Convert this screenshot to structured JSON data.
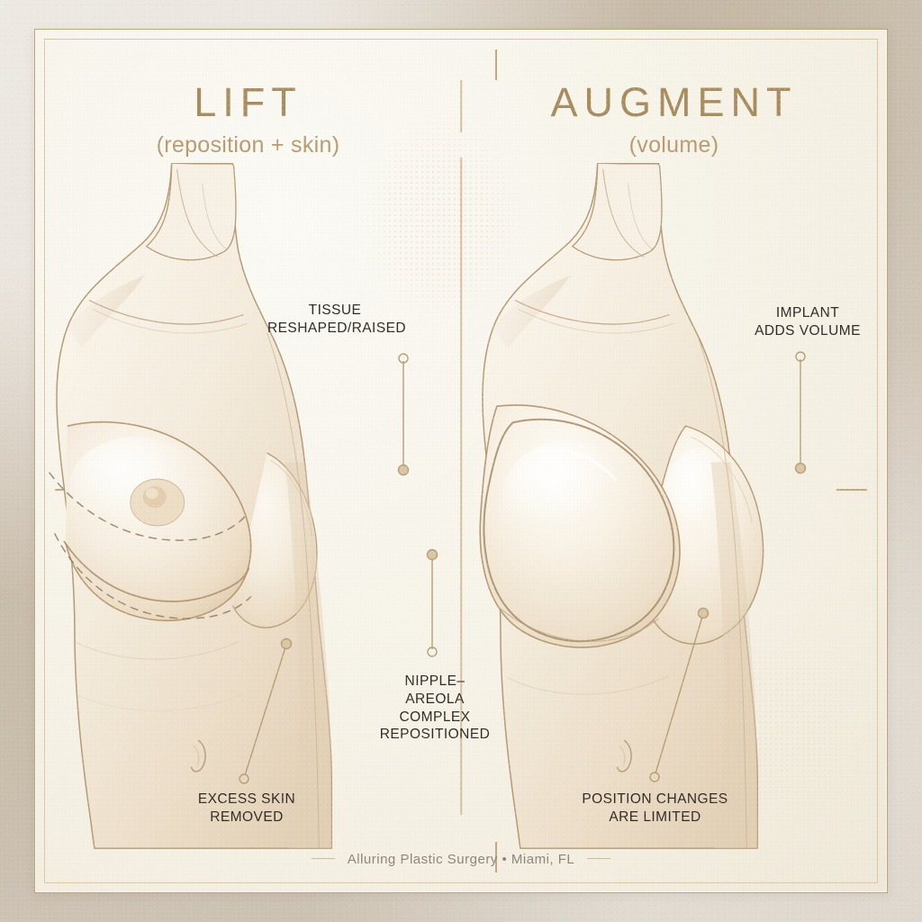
{
  "theme": {
    "mat_color": "#d2c7b7",
    "card_bg": "#f7f4ea",
    "border_gold": "#bfa476",
    "inner_rule": "#d9c7a4",
    "title_color": "#a78c5e",
    "subtitle_color": "#b79b71",
    "label_color": "#2e2a25",
    "leader_color": "#b79f73",
    "skin_light": "#f7f1e6",
    "skin_mid": "#eee2cf",
    "skin_shadow": "#d9c6ab",
    "outline": "#a98e6a",
    "footer_color": "#8d8478"
  },
  "panels": [
    {
      "id": "lift",
      "title": "LIFT",
      "subtitle": "(reposition + skin)",
      "callouts": [
        {
          "id": "tissue-reshaped",
          "text": "TISSUE\nRESHAPED/RAISED"
        },
        {
          "id": "nipple-areola",
          "text": "NIPPLE–\nAREOLA\nCOMPLEX\nREPOSITIONED"
        },
        {
          "id": "excess-skin",
          "text": "EXCESS SKIN\nREMOVED"
        }
      ]
    },
    {
      "id": "augment",
      "title": "AUGMENT",
      "subtitle": "(volume)",
      "callouts": [
        {
          "id": "implant-volume",
          "text": "IMPLANT\nADDS VOLUME"
        },
        {
          "id": "position-limited",
          "text": "POSITION CHANGES\nARE LIMITED"
        }
      ]
    }
  ],
  "footer": {
    "text": "Alluring Plastic Surgery • Miami, FL"
  }
}
